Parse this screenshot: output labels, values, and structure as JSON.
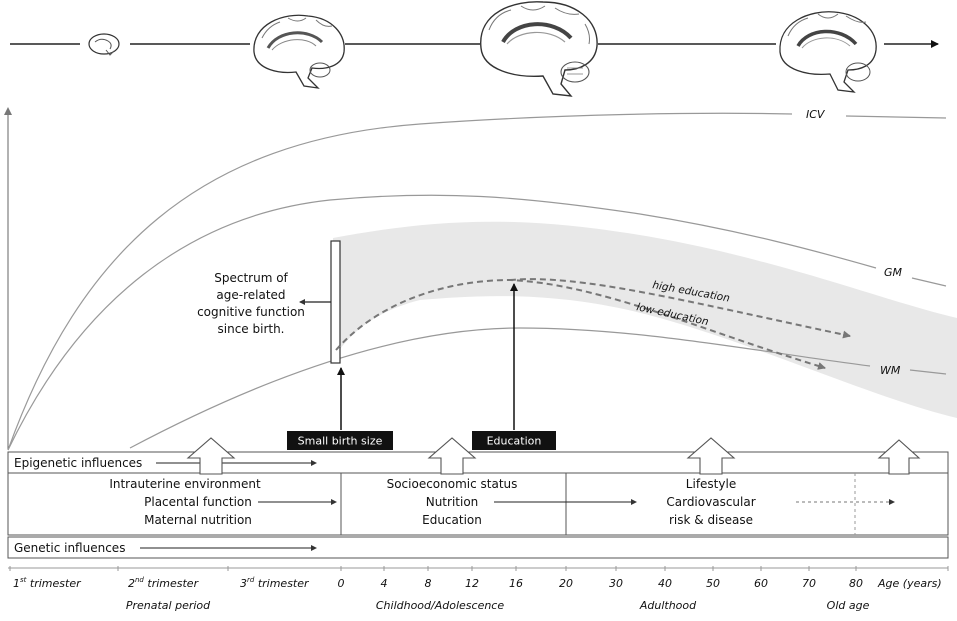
{
  "curves": {
    "icv": "ICV",
    "gm": "GM",
    "wm": "WM"
  },
  "spectrum": [
    "Spectrum of",
    "age-related",
    "cognitive function",
    "since birth."
  ],
  "trajectories": {
    "high": "high education",
    "low": "low education"
  },
  "event_boxes": {
    "birth_size": "Small birth size",
    "education": "Education"
  },
  "epigenetic": {
    "label": "Epigenetic influences",
    "prenatal": [
      "Intrauterine environment",
      "Placental function",
      "Maternal nutrition"
    ],
    "childhood": [
      "Socioeconomic status",
      "Nutrition",
      "Education"
    ],
    "adulthood": [
      "Lifestyle",
      "Cardiovascular",
      "risk & disease"
    ]
  },
  "genetic": {
    "label": "Genetic influences"
  },
  "axis": {
    "trimesters": [
      {
        "num": "1",
        "sup": "st",
        "rest": " trimester"
      },
      {
        "num": "2",
        "sup": "nd",
        "rest": " trimester"
      },
      {
        "num": "3",
        "sup": "rd",
        "rest": " trimester"
      }
    ],
    "ticks": [
      "0",
      "4",
      "8",
      "12",
      "16",
      "20",
      "30",
      "40",
      "50",
      "60",
      "70",
      "80"
    ],
    "unit_label": "Age (years)"
  },
  "periods": [
    "Prenatal period",
    "Childhood/Adolescence",
    "Adulthood",
    "Old age"
  ],
  "icons": {
    "timeline_brains": [
      "brain-fetal-icon",
      "brain-infant-icon",
      "brain-adult-icon",
      "brain-elderly-icon"
    ],
    "influence_arrows": "up-arrow-icon"
  }
}
